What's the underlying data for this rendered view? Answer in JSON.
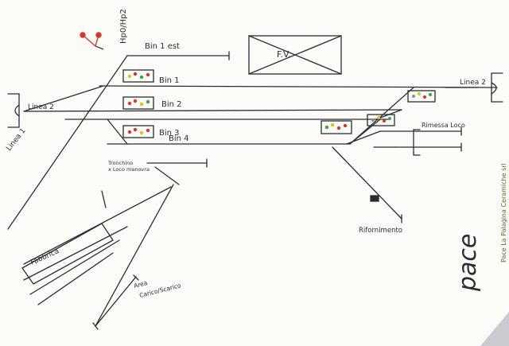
{
  "labels": {
    "hp_hp": "Hp0/Hp2",
    "bin1_est": "Bin 1 est",
    "fv": "F.V.",
    "bin1": "Bin 1",
    "bin2": "Bin 2",
    "bin3": "Bin 3",
    "bin4": "Bin 4",
    "linea1": "Linea 1",
    "linea2_left": "Linea 2",
    "linea2_right": "Linea 2",
    "rimessa": "Rimessa Loco",
    "tronchino_1": "Tronchino",
    "tronchino_2": "x Loco manovra",
    "rifornimento": "Rifornimento",
    "fabbrica": "Fabbrica",
    "area_1": "Area",
    "area_2": "Carico/Scarico",
    "signature": "pace",
    "company": "Pace La Palagina Ceramiche srl"
  },
  "colors": {
    "paper": "#fbfbf8",
    "ink": "#2a2c34",
    "signal_red": "#d23a2e",
    "signal_yellow": "#e2c21c",
    "signal_green": "#3aa64a",
    "signal_gray": "#8a8d97",
    "company_green": "#8aa84a",
    "background": "#c9cbd1"
  }
}
